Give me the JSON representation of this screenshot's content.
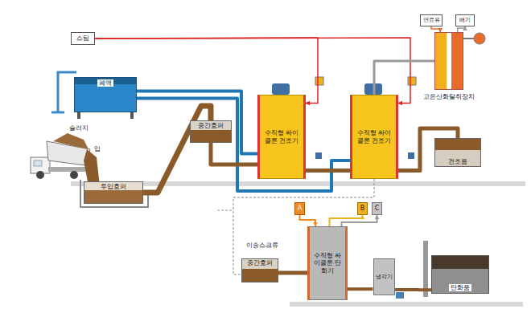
{
  "diagram": {
    "nodes": [
      {
        "text": [
          "스팀"
        ]
      },
      {
        "text": [
          "폐액"
        ]
      },
      {
        "text": [
          "투입호퍼"
        ]
      },
      {
        "text": [
          "중간호퍼"
        ]
      },
      {
        "text": [
          "수직형 싸이클론 건조기"
        ]
      },
      {
        "text": [
          "수직형 싸이클론 건조기"
        ]
      },
      {
        "text": [
          "연료유"
        ]
      },
      {
        "text": [
          "배기"
        ]
      },
      {
        "text": [
          "고온산화탈취장치"
        ]
      },
      {
        "text": [
          "건조품"
        ]
      },
      {
        "text": [
          "A"
        ]
      },
      {
        "text": [
          "B"
        ]
      },
      {
        "text": [
          "C"
        ]
      },
      {
        "text": [
          "중간호퍼"
        ]
      },
      {
        "text": [
          "수직형 싸이클론 탄화기"
        ]
      },
      {
        "text": [
          "냉각기"
        ]
      },
      {
        "text": [
          "탄화품"
        ]
      }
    ],
    "edges": [
      {
        "from": 0,
        "to": 4,
        "arrow": "to"
      },
      {
        "from": 0,
        "to": 5,
        "arrow": "to"
      },
      {
        "from": 1,
        "to": 4,
        "arrow": "none"
      },
      {
        "from": 1,
        "to": 5,
        "arrow": "none"
      },
      {
        "from": 2,
        "to": 3,
        "arrow": "none"
      },
      {
        "from": 3,
        "to": 4,
        "arrow": "none"
      },
      {
        "from": 4,
        "to": 5,
        "arrow": "none"
      },
      {
        "from": 5,
        "to": 8,
        "arrow": "none"
      },
      {
        "from": 6,
        "to": 8,
        "arrow": "to"
      },
      {
        "from": 8,
        "to": 7,
        "arrow": "to"
      },
      {
        "from": 5,
        "to": 9,
        "arrow": "none"
      },
      {
        "from": 5,
        "to": 13,
        "arrow": "none"
      },
      {
        "from": 13,
        "to": 14,
        "arrow": "none"
      },
      {
        "from": 10,
        "to": 14,
        "arrow": "to"
      },
      {
        "from": 14,
        "to": 11,
        "arrow": "to"
      },
      {
        "from": 14,
        "to": 12,
        "arrow": "to"
      },
      {
        "from": 14,
        "to": 15,
        "arrow": "none"
      },
      {
        "from": 15,
        "to": 16,
        "arrow": "none"
      }
    ],
    "labels": [
      "슬러지",
      "입",
      "이송스크류"
    ]
  }
}
